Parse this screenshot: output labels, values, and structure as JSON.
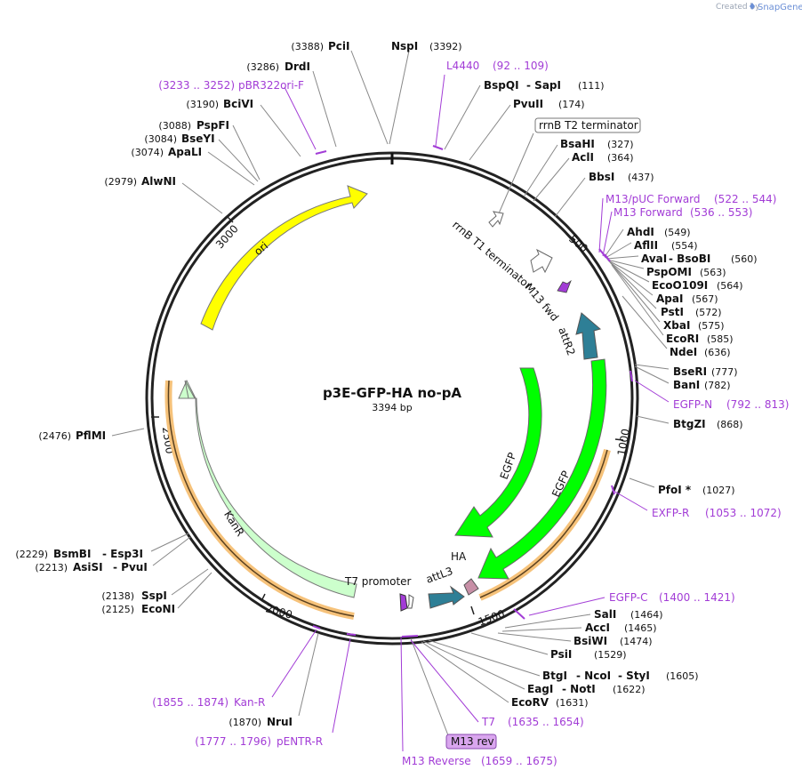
{
  "brand": {
    "created_by": "Created by",
    "app_name": "SnapGene"
  },
  "plasmid": {
    "name": "p3E-GFP-HA no-pA",
    "length_label": "3394 bp"
  },
  "ruler": [
    "500",
    "1000",
    "1500",
    "2000",
    "2500",
    "3000"
  ],
  "features": {
    "ori": "ori",
    "kanr": "KanR",
    "egfp_inner": "EGFP",
    "egfp_outer": "EGFP",
    "attr2": "attR2",
    "attl3": "attL3",
    "ha": "HA",
    "t7_promoter": "T7 promoter",
    "m13_fwd": "M13 fwd",
    "rrnb_t1": "rrnB T1 terminator",
    "rrnb_t2": "rrnB T2 terminator",
    "m13_rev": "M13 rev"
  },
  "sites": {
    "pcii": {
      "pos": "(3388)",
      "name": "PciI"
    },
    "nspi": {
      "pos": "(3392)",
      "name": "NspI"
    },
    "drdi": {
      "pos": "(3286)",
      "name": "DrdI"
    },
    "bcivi": {
      "pos": "(3190)",
      "name": "BciVI"
    },
    "pspfi": {
      "pos": "(3088)",
      "name": "PspFI"
    },
    "bseyi": {
      "pos": "(3084)",
      "name": "BseYI"
    },
    "apali": {
      "pos": "(3074)",
      "name": "ApaLI"
    },
    "alwni": {
      "pos": "(2979)",
      "name": "AlwNI"
    },
    "pflmi": {
      "pos": "(2476)",
      "name": "PflMI"
    },
    "bsmbi": {
      "pos": "(2229)",
      "name": "BsmBI",
      "name2": "Esp3I"
    },
    "asisi": {
      "pos": "(2213)",
      "name": "AsiSI",
      "name2": "PvuI"
    },
    "sspi": {
      "pos": "(2138)",
      "name": "SspI"
    },
    "econi": {
      "pos": "(2125)",
      "name": "EcoNI"
    },
    "nrui": {
      "pos": "(1870)",
      "name": "NruI"
    },
    "bspqi": {
      "name": "BspQI",
      "name2": "SapI",
      "pos": "(111)"
    },
    "pvuii": {
      "name": "PvuII",
      "pos": "(174)"
    },
    "bsahi": {
      "name": "BsaHI",
      "pos": "(327)"
    },
    "acli": {
      "name": "AclI",
      "pos": "(364)"
    },
    "bbsi": {
      "name": "BbsI",
      "pos": "(437)"
    },
    "ahdi": {
      "name": "AhdI",
      "pos": "(549)"
    },
    "aflii": {
      "name": "AflII",
      "pos": "(554)"
    },
    "avai": {
      "name": "AvaI",
      "name2": "BsoBI",
      "pos": "(560)"
    },
    "pspomi": {
      "name": "PspOMI",
      "pos": "(563)"
    },
    "eco0109i": {
      "name": "EcoO109I",
      "pos": "(564)"
    },
    "apai": {
      "name": "ApaI",
      "pos": "(567)"
    },
    "psti": {
      "name": "PstI",
      "pos": "(572)"
    },
    "xbai": {
      "name": "XbaI",
      "pos": "(575)"
    },
    "ecori": {
      "name": "EcoRI",
      "pos": "(585)"
    },
    "ndei": {
      "name": "NdeI",
      "pos": "(636)"
    },
    "bseri": {
      "name": "BseRI",
      "pos": "(777)"
    },
    "bani": {
      "name": "BanI",
      "pos": "(782)"
    },
    "btgzi": {
      "name": "BtgZI",
      "pos": "(868)"
    },
    "pfoi": {
      "name": "PfoI *",
      "pos": "(1027)"
    },
    "sali": {
      "name": "SalI",
      "pos": "(1464)"
    },
    "acci": {
      "name": "AccI",
      "pos": "(1465)"
    },
    "bsiwi": {
      "name": "BsiWI",
      "pos": "(1474)"
    },
    "psii": {
      "name": "PsiI",
      "pos": "(1529)"
    },
    "btgi": {
      "name": "BtgI",
      "name2": "NcoI",
      "name3": "StyI",
      "pos": "(1605)"
    },
    "eagi": {
      "name": "EagI",
      "name2": "NotI",
      "pos": "(1622)"
    },
    "ecorv": {
      "name": "EcoRV",
      "pos": "(1631)"
    }
  },
  "primers": {
    "pbr322ori_f": {
      "range": "(3233 .. 3252)",
      "name": "pBR322ori-F"
    },
    "l4440": {
      "name": "L4440",
      "range": "(92 .. 109)"
    },
    "m13puc_fwd": {
      "name": "M13/pUC Forward",
      "range": "(522 .. 544)"
    },
    "m13_forward": {
      "name": "M13 Forward",
      "range": "(536 .. 553)"
    },
    "egfp_n": {
      "name": "EGFP-N",
      "range": "(792 .. 813)"
    },
    "exfp_r": {
      "name": "EXFP-R",
      "range": "(1053 .. 1072)"
    },
    "egfp_c": {
      "name": "EGFP-C",
      "range": "(1400 .. 1421)"
    },
    "t7": {
      "name": "T7",
      "range": "(1635 .. 1654)"
    },
    "m13_reverse": {
      "name": "M13 Reverse",
      "range": "(1659 .. 1675)"
    },
    "kan_r": {
      "range": "(1855 .. 1874)",
      "name": "Kan-R"
    },
    "pentr_r": {
      "range": "(1777 .. 1796)",
      "name": "pENTR-R"
    }
  },
  "colors": {
    "ori": "#ffff00",
    "kanr": "#ccffcc",
    "egfp": "#00ff00",
    "att": "#2e7f96",
    "ha": "#c78fa6",
    "primer": "#a23cd6",
    "highlight": "#f6c27a"
  }
}
